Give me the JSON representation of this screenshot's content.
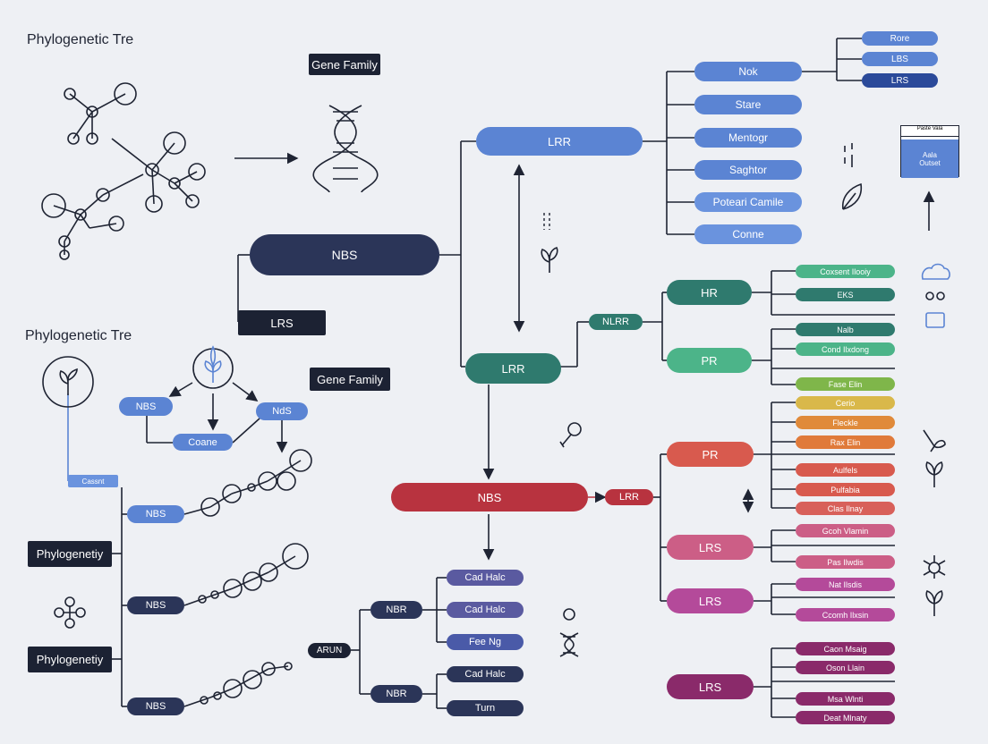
{
  "colors": {
    "ink": "#1f2433",
    "navy": "#2b3558",
    "blue": "#5b84d3",
    "blue_light": "#6a93de",
    "teal": "#2f7a6e",
    "green": "#4cb489",
    "red": "#b8333f",
    "coral": "#d85a4e",
    "pink": "#cc5e86",
    "magenta": "#b44a9a",
    "plum": "#8a2a6a"
  },
  "icons": [
    "network-graph-icon",
    "dna-icon",
    "plant-circle-icon",
    "leaf-icon",
    "sprout-icon",
    "magnifier-icon",
    "flower-icon",
    "molecule-icon",
    "cloud-icon",
    "document-icon"
  ],
  "titles": {
    "top": "Phylogenetic Tre",
    "mid": "Phylogenetic Tre"
  },
  "boxes": {
    "gene_family_top": "Gene Family",
    "gene_family_mid": "Gene Family",
    "lrs_left": "LRS",
    "phylo_1": "Phylogenetiy",
    "phylo_2": "Phylogenetiy",
    "panel_title": "Paste Vala",
    "panel_body": "Aala\nOutset"
  },
  "nodes": {
    "nbs_main": "NBS",
    "lrr_top": "LRR",
    "lrr_mid": "LRR",
    "nbs_red": "NBS",
    "lrr_small": "LRR",
    "nlrr": "NLRR",
    "hr": "HR",
    "pr_green": "PR",
    "pr_red": "PR",
    "lrs_pink1": "LRS",
    "lrs_pink2": "LRS",
    "lrs_plum": "LRS",
    "nbs_l1": "NBS",
    "conne_l": "Coane",
    "nbs_l2": "NdS",
    "nbs_t1": "NBS",
    "nbs_t2": "NBS",
    "nbs_t3": "NBS",
    "small_blue": "Cassnt",
    "arun": "ARUN",
    "nbr1": "NBR",
    "nbr2": "NBR"
  },
  "blue_list": [
    "Nok",
    "Stare",
    "Mentogr",
    "Saghtor",
    "Poteari Camile",
    "Conne"
  ],
  "blue_small": [
    "Rore",
    "LBS",
    "LRS"
  ],
  "teal_list": [
    "Coxsent Ilooiy",
    "EKS",
    "Nalb",
    "Cond Ilxdong"
  ],
  "rainbow_list": [
    "Fase Elin",
    "Cerio",
    "Fleckle",
    "Rax Elin",
    "Aulfels",
    "Pulfabia",
    "Clas Ilnay"
  ],
  "pink_list": [
    "Gcoh Vlamin",
    "Pas Ilwdis",
    "Nat Ilsdis",
    "Ccomh Ilxsin"
  ],
  "plum_list": [
    "Caon Msaig",
    "Oson Llain",
    "Msa Wlnti",
    "Deat Mlnaty"
  ],
  "navy_list": [
    "Cad Halc",
    "Cad Halc",
    "Fee Ng",
    "Cad Halc",
    "Turn"
  ]
}
